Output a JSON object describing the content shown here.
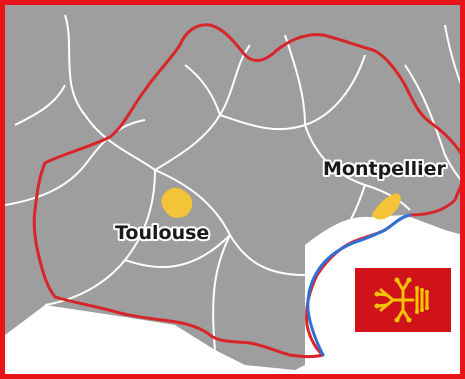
{
  "cities": {
    "toulouse": {
      "label": "Toulouse"
    },
    "montpellier": {
      "label": "Montpellier"
    }
  },
  "colors": {
    "frame": "#e8141a",
    "region_border": "#d8252a",
    "land": "#9e9e9e",
    "internal_borders": "#ffffff",
    "urban_area": "#f3c338",
    "coastline": "#2f6fd6",
    "sea": "#ffffff",
    "flag_background": "#d0121b",
    "flag_cross": "#f5c400"
  },
  "emblem": {
    "name": "occitan-cross-flag"
  }
}
